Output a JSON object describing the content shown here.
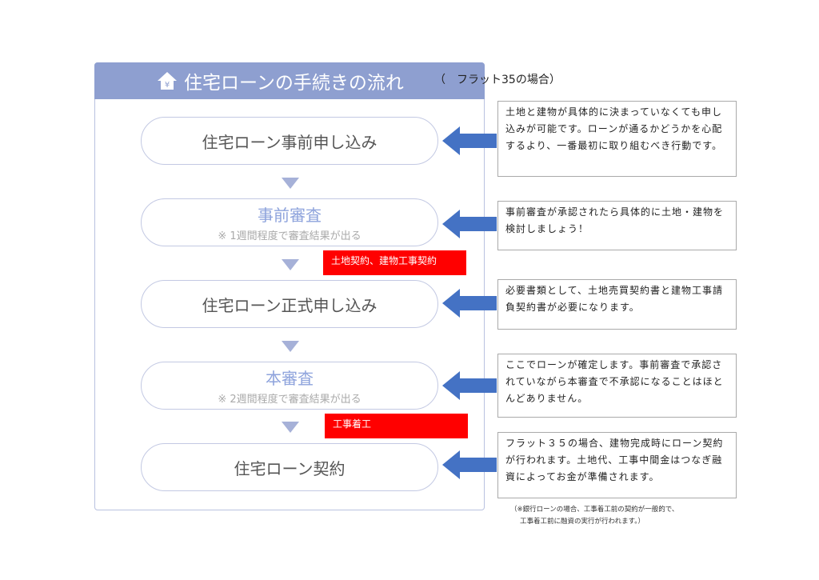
{
  "title": "住宅ローンの手続きの流れ",
  "subtitle": "（　フラット35の場合）",
  "steps": [
    {
      "label": "住宅ローン事前申し込み"
    },
    {
      "label": "事前審査",
      "sub": "※ 1週間程度で審査結果が出る"
    },
    {
      "label": "住宅ローン正式申し込み"
    },
    {
      "label": "本審査",
      "sub": "※ 2週間程度で審査結果が出る"
    },
    {
      "label": "住宅ローン契約"
    }
  ],
  "red_labels": [
    "土地契約、建物工事契約",
    "工事着工"
  ],
  "notes": [
    "土地と建物が具体的に決まっていなくても申し込みが可能です。ローンが通るかどうかを心配するより、一番最初に取り組むべき行動です。",
    "事前審査が承認されたら具体的に土地・建物を検討しましょう！",
    "必要書類として、土地売買契約書と建物工事請負契約書が必要になります。",
    "ここでローンが確定します。事前審査で承認されていながら本審査で不承認になることはほとんどありません。",
    "フラット３５の場合、建物完成時にローン契約が行われます。土地代、工事中間金はつなぎ融資によってお金が準備されます。"
  ],
  "footnote": [
    "（※銀行ローンの場合、工事着工前の契約が一般的で、",
    "工事着工前に融資の実行が行われます。）"
  ],
  "colors": {
    "header": "#8e9fd0",
    "arrow": "#4472c4",
    "red": "#ff0000"
  }
}
